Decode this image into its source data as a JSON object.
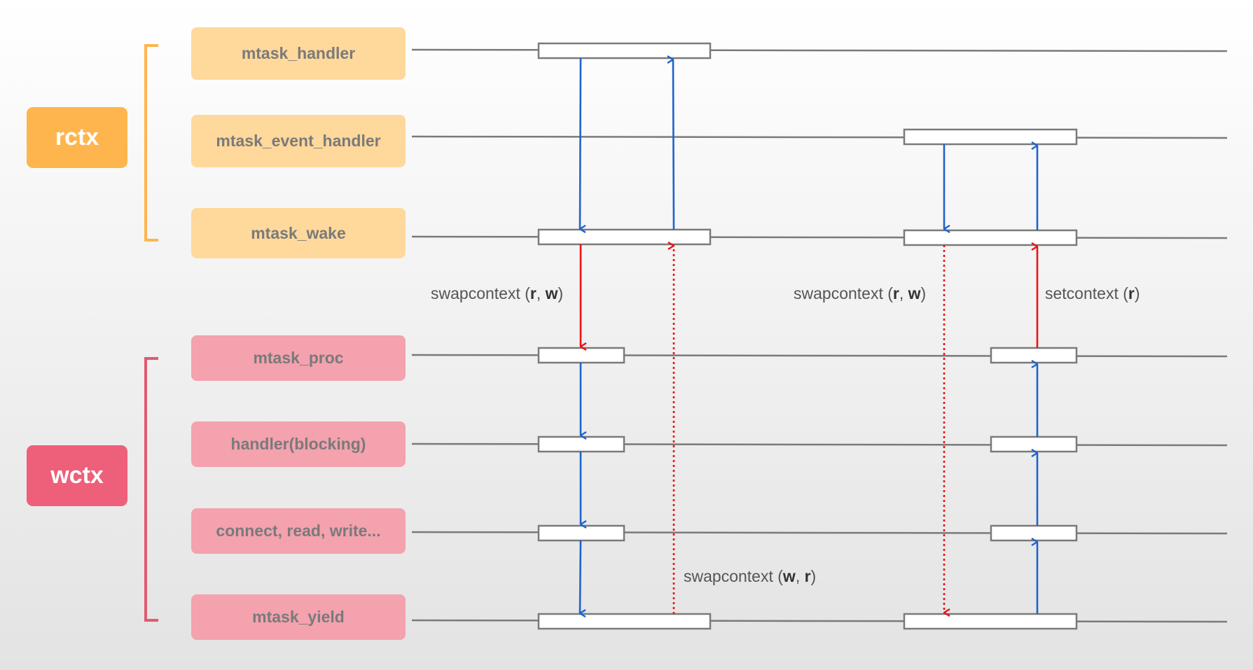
{
  "groups": {
    "rctx": {
      "label": "rctx",
      "color": "#ffb54d"
    },
    "wctx": {
      "label": "wctx",
      "color": "#ee5f79"
    }
  },
  "functions": [
    {
      "label": "mtask_handler",
      "group": "rctx"
    },
    {
      "label": "mtask_event_handler",
      "group": "rctx"
    },
    {
      "label": "mtask_wake",
      "group": "rctx"
    },
    {
      "label": "mtask_proc",
      "group": "wctx"
    },
    {
      "label": "handler(blocking)",
      "group": "wctx"
    },
    {
      "label": "connect, read, write...",
      "group": "wctx"
    },
    {
      "label": "mtask_yield",
      "group": "wctx"
    }
  ],
  "annotations": {
    "swap_rw_1": {
      "name": "swapcontext",
      "open": " (",
      "arg1": "r",
      "sep": ", ",
      "arg2": "w",
      "close": ")"
    },
    "swap_rw_2": {
      "name": "swapcontext",
      "open": " (",
      "arg1": "r",
      "sep": ", ",
      "arg2": "w",
      "close": ")"
    },
    "setcontext_r": {
      "name": "setcontext",
      "open": " (",
      "arg1": "r",
      "close": ")"
    },
    "swap_wr": {
      "name": "swapcontext",
      "open": " (",
      "arg1": "w",
      "sep": ", ",
      "arg2": "r",
      "close": ")"
    }
  },
  "colors": {
    "call_arrow": "#1f63cc",
    "context_switch": "#ee1111",
    "timeline": "#7a7a7a",
    "bracket_rctx": "#ffb54d",
    "bracket_wctx": "#e05a72"
  }
}
